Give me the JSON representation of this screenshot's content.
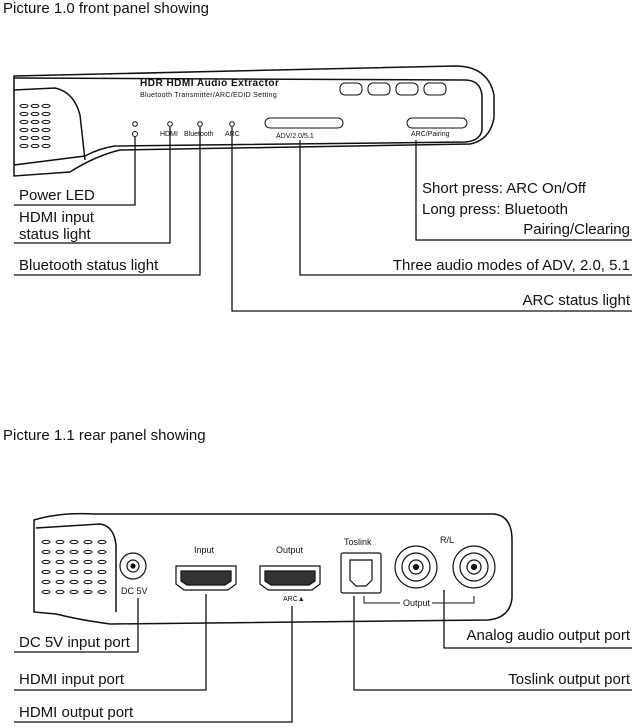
{
  "front": {
    "title": "Picture 1.0 front panel showing",
    "device_title": "HDR HDMI Audio Extractor",
    "device_subtitle": "Bluetooth Transmitter/ARC/EDID Setting",
    "indicator_labels": [
      "HDMI",
      "Bluetooth",
      "ARC"
    ],
    "button_adv": "ADV/2.0/5.1",
    "button_arc": "ARC/Pairing",
    "callouts": {
      "power_led": "Power LED",
      "hdmi_input_line1": "HDMI input",
      "hdmi_input_line2": "status light",
      "bluetooth_status": "Bluetooth status light",
      "arc_press_line1": "Short press: ARC On/Off",
      "arc_press_line2": "Long press: Bluetooth",
      "arc_press_line3": "Pairing/Clearing",
      "audio_modes": "Three audio modes of ADV, 2.0, 5.1",
      "arc_status": "ARC status light"
    }
  },
  "rear": {
    "title": "Picture 1.1 rear panel showing",
    "port_labels": {
      "dc": "DC 5V",
      "input": "Input",
      "output": "Output",
      "arc_mark": "ARC▲",
      "toslink": "Toslink",
      "rl": "R/L",
      "output_bracket": "Output"
    },
    "callouts": {
      "dc_input": "DC 5V input port",
      "hdmi_input": "HDMI input port",
      "hdmi_output": "HDMI output port",
      "analog_output": "Analog audio output port",
      "toslink_output": "Toslink output port"
    }
  }
}
